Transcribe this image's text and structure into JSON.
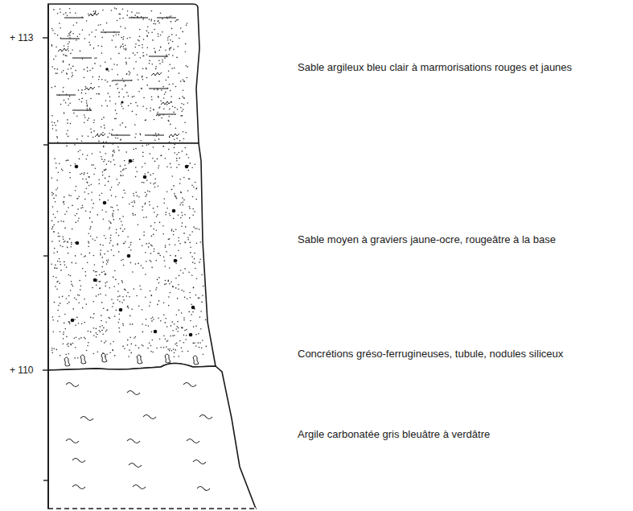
{
  "diagram": {
    "labels": [
      "+ 113",
      "+ 110",
      "Sable argileux bleu clair à marmorisations rouges et jaunes",
      "Sable moyen à graviers jaune-ocre, rougeâtre à la base",
      "Concrétions gréso-ferrugineuses, tubule, nodules siliceux",
      "Argile carbonatée gris bleuâtre à verdâtre"
    ]
  }
}
